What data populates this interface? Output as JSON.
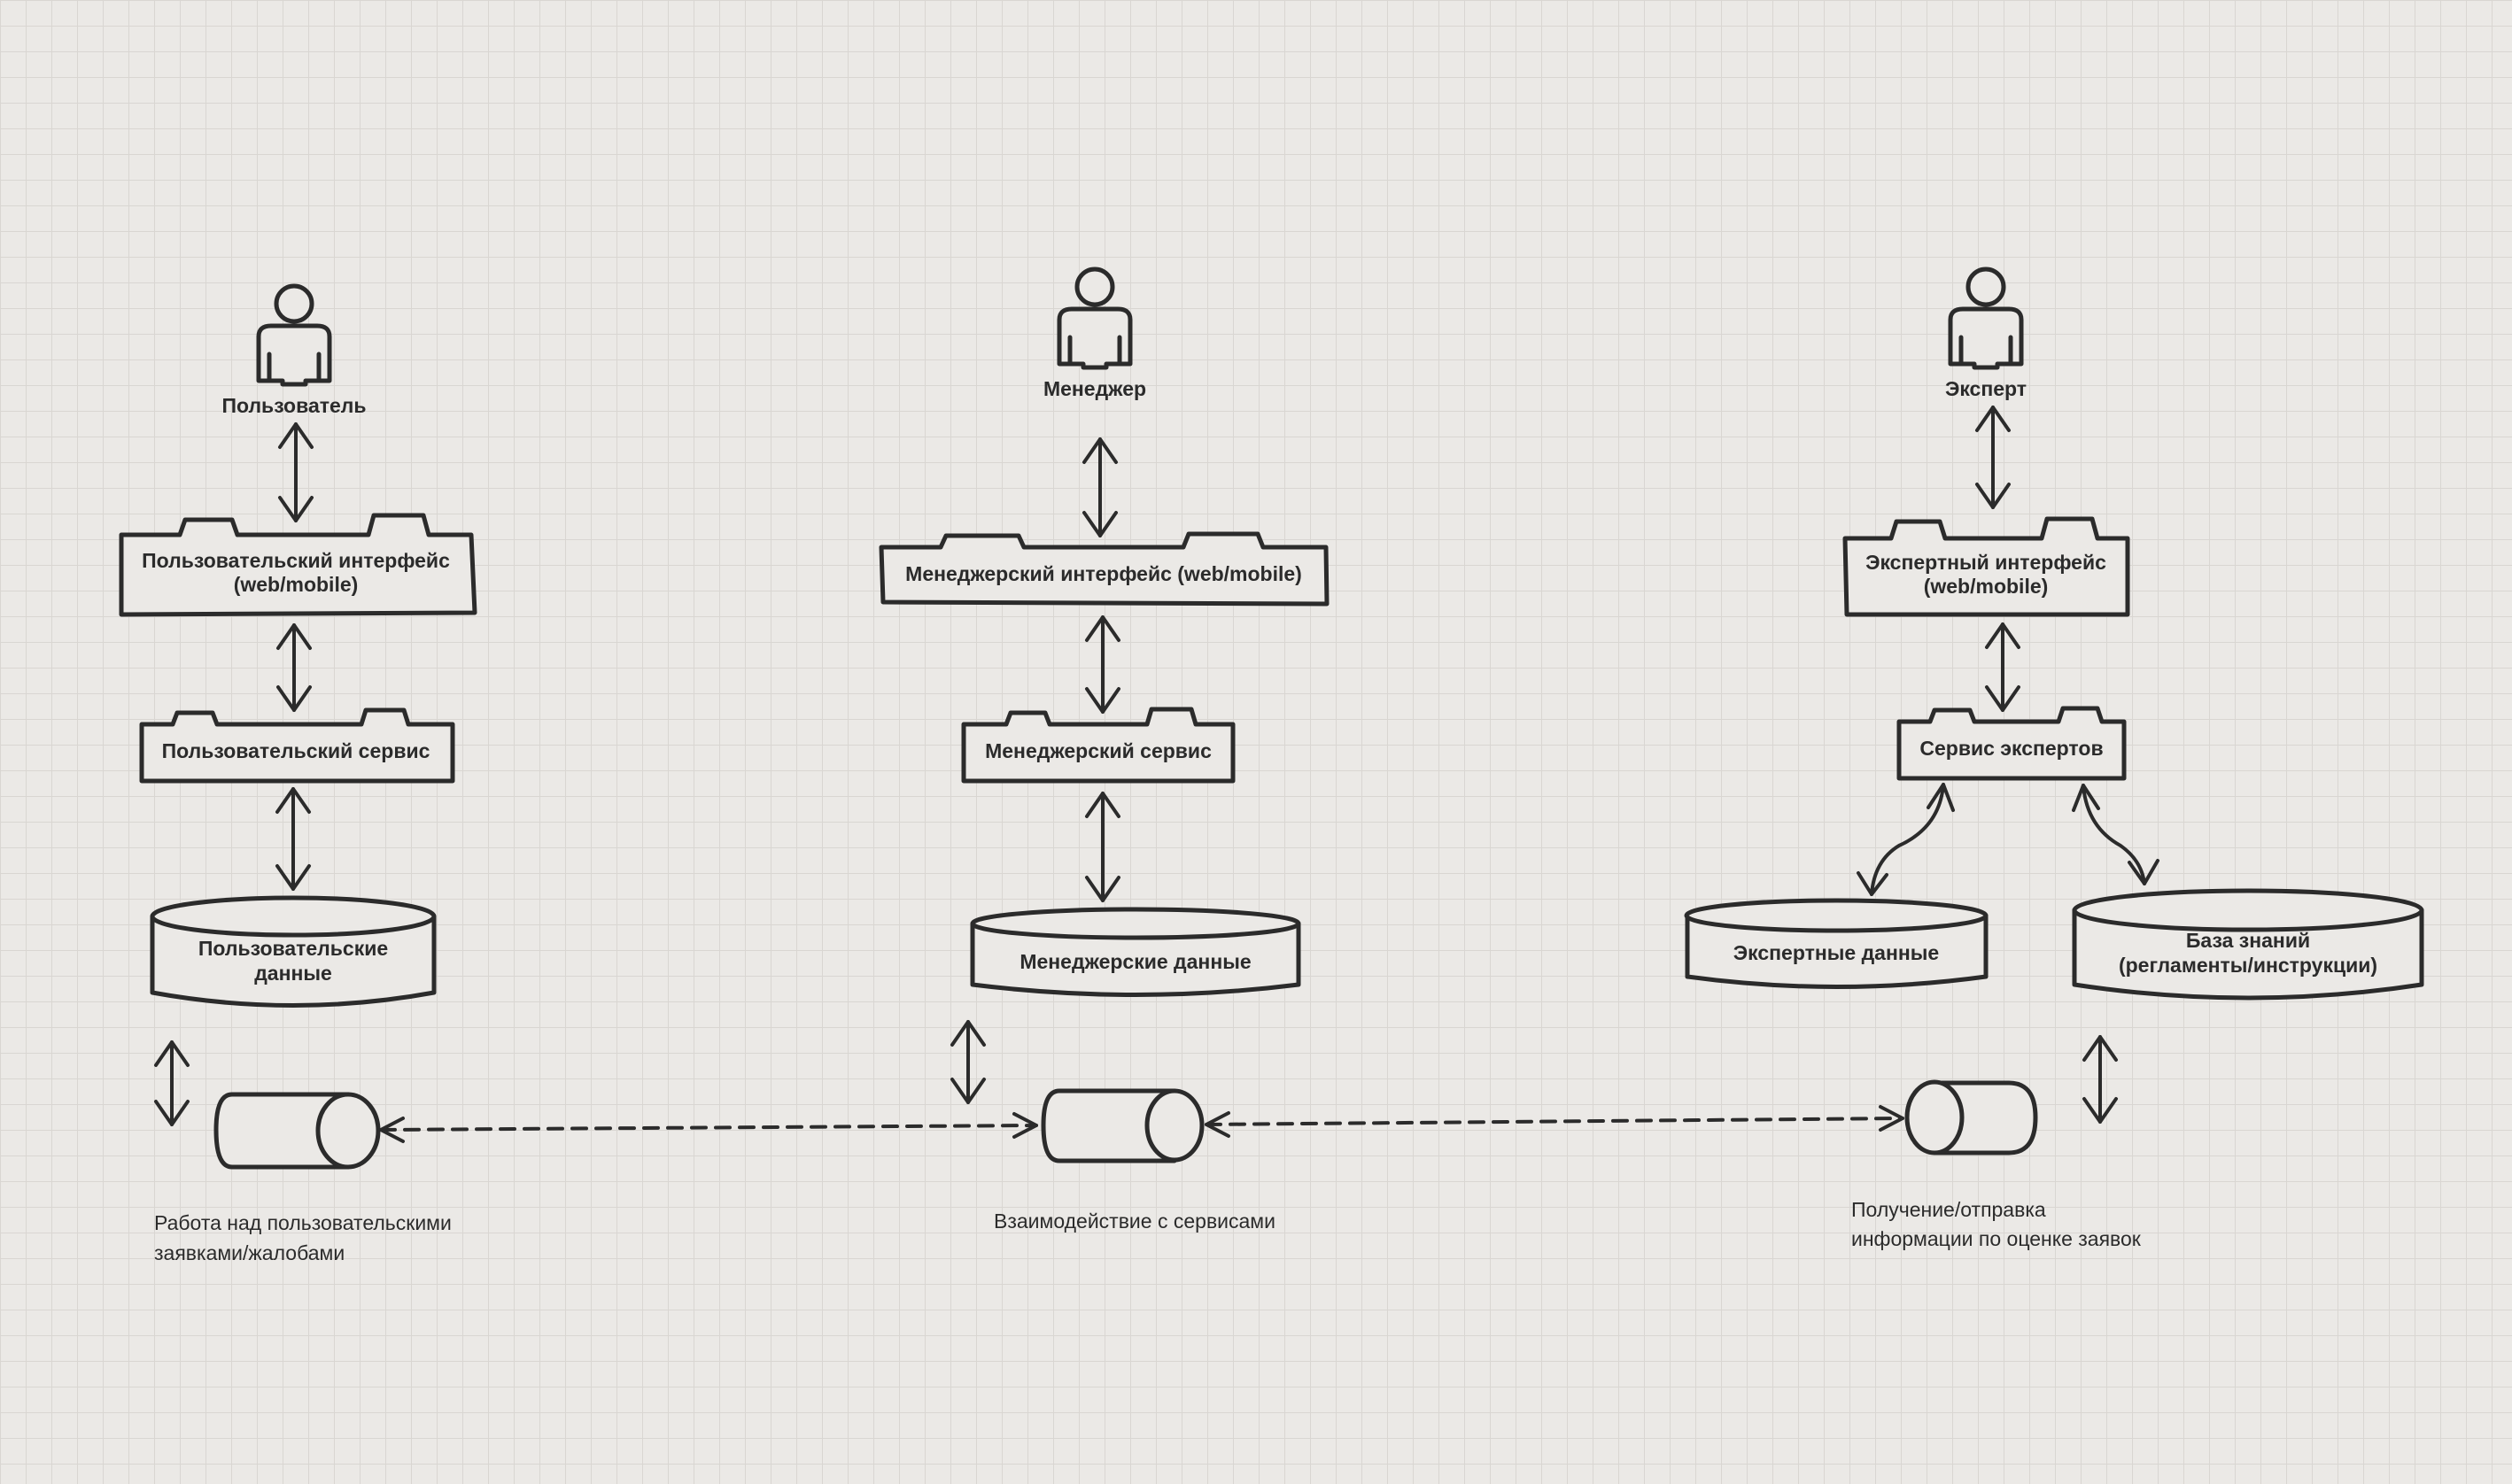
{
  "actors": {
    "user": "Пользователь",
    "manager": "Менеджер",
    "expert": "Эксперт"
  },
  "interfaces": {
    "user_line1": "Пользовательский интерфейс",
    "user_line2": "(web/mobile)",
    "manager": "Менеджерский интерфейс (web/mobile)",
    "expert_line1": "Экспертный интерфейс",
    "expert_line2": "(web/mobile)"
  },
  "services": {
    "user": "Пользовательский сервис",
    "manager": "Менеджерский сервис",
    "expert": "Сервис экспертов"
  },
  "databases": {
    "user_line1": "Пользовательские",
    "user_line2": "данные",
    "manager": "Менеджерские данные",
    "expert": "Экспертные данные",
    "kb_line1": "База знаний",
    "kb_line2": "(регламенты/инструкции)"
  },
  "notes": {
    "user_line1": "Работа над пользовательскими",
    "user_line2": "заявками/жалобами",
    "manager": "Взаимодействие с сервисами",
    "expert_line1": "Получение/отправка",
    "expert_line2": "информации по оценке заявок"
  },
  "colors": {
    "background": "#ebe9e6",
    "grid": "#d9d6d2",
    "stroke": "#2b2b2b"
  }
}
